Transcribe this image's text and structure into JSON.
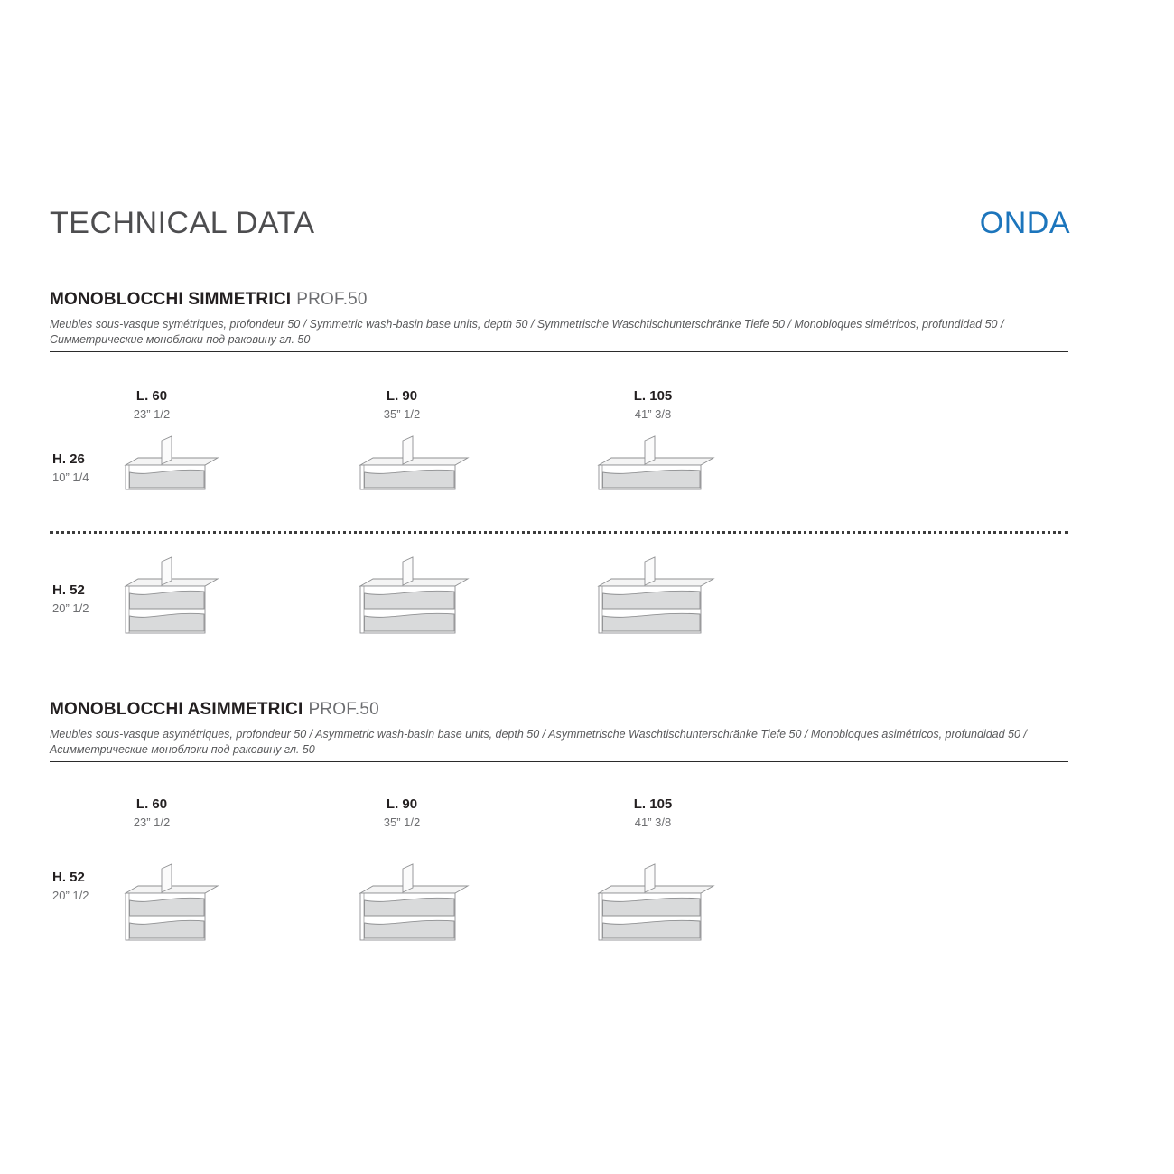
{
  "page": {
    "title": "TECHNICAL DATA",
    "brand": "ONDA"
  },
  "colors": {
    "brand_blue": "#1c75bc",
    "title_gray": "#4d4d4f",
    "text_dark": "#231f20",
    "text_gray": "#6d6e71",
    "drawing_line": "#8f9092",
    "drawing_fill": "#d9dadb"
  },
  "sections": [
    {
      "title": "MONOBLOCCHI SIMMETRICI",
      "title_suffix": "PROF.50",
      "subtitle": "Meubles sous-vasque symétriques, profondeur 50 /  Symmetric wash-basin base units, depth 50 / Symmetrische Waschtischunterschränke Tiefe 50 / Monobloques simétricos, profundidad 50 / Симметрические моноблоки под раковину гл. 50",
      "columns": [
        {
          "label": "L. 60",
          "sub": "23” 1/2",
          "value": 60
        },
        {
          "label": "L. 90",
          "sub": "35” 1/2",
          "value": 90
        },
        {
          "label": "L. 105",
          "sub": "41” 3/8",
          "value": 105
        }
      ],
      "rows": [
        {
          "label": "H. 26",
          "sub": "10” 1/4",
          "drawers": 1
        },
        {
          "label": "H. 52",
          "sub": "20” 1/2",
          "drawers": 2
        }
      ]
    },
    {
      "title": "MONOBLOCCHI ASIMMETRICI",
      "title_suffix": "PROF.50",
      "subtitle": "Meubles sous-vasque asymétriques, profondeur 50 / Asymmetric wash-basin base units, depth 50 / Asymmetrische Waschtischunterschränke Tiefe 50 / Monobloques asimétricos, profundidad 50 / Асимметрические моноблоки под раковину гл. 50",
      "columns": [
        {
          "label": "L. 60",
          "sub": "23” 1/2",
          "value": 60
        },
        {
          "label": "L. 90",
          "sub": "35” 1/2",
          "value": 90
        },
        {
          "label": "L. 105",
          "sub": "41” 3/8",
          "value": 105
        }
      ],
      "rows": [
        {
          "label": "H. 52",
          "sub": "20” 1/2",
          "drawers": 2
        }
      ]
    }
  ]
}
